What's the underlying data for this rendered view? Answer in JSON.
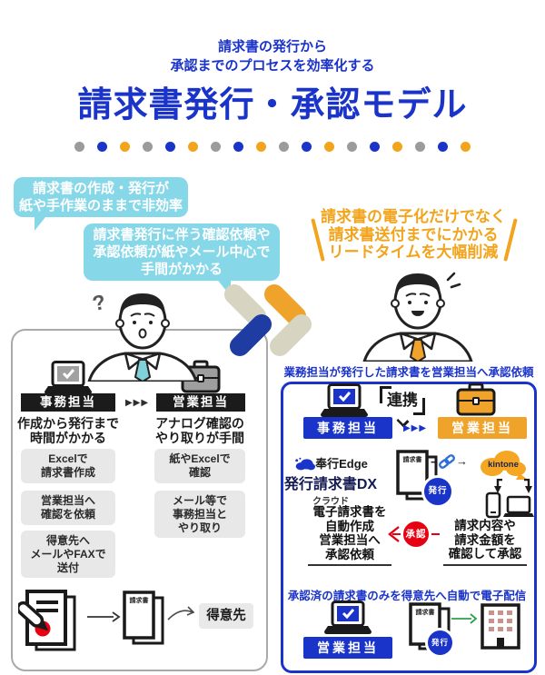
{
  "header": {
    "subtitle_line1": "請求書の発行から",
    "subtitle_line2": "承認までのプロセスを効率化する",
    "title": "請求書発行・承認モデル",
    "dot_colors": [
      "#9b9b9b",
      "#1a33c9",
      "#f2a41d",
      "#9b9b9b",
      "#1a33c9",
      "#f2a41d",
      "#9b9b9b",
      "#1a33c9",
      "#f2a41d",
      "#9b9b9b",
      "#1a33c9",
      "#f2a41d",
      "#9b9b9b",
      "#1a33c9",
      "#f2a41d",
      "#9b9b9b",
      "#1a33c9",
      "#f2a41d"
    ]
  },
  "colors": {
    "accent_blue": "#1a33c9",
    "accent_orange": "#f2a41d",
    "bubble_light_blue": "#86d7e8",
    "chevron_beige": "#d8d4c2",
    "chevron_blue": "#1e3ca1",
    "status_red": "#e60012",
    "arrow_green": "#2f9e4c"
  },
  "problems": {
    "bubble1": "請求書の作成・発行が\n紙や手作業のままで非効率",
    "bubble2": "請求書発行に伴う確認依頼や\n承認依頼が紙やメール中心で\n手間がかかる",
    "question_mark": "?"
  },
  "benefit": {
    "line1": "請求書の電子化だけでなく",
    "line2": "請求書送付までにかかる",
    "line3": "リードタイムを大幅削減"
  },
  "before_panel": {
    "admin_role": "事務担当",
    "sales_role": "営業担当",
    "arrows": "▶▶▶",
    "admin_issue": "作成から発行まで\n時間がかかる",
    "sales_issue": "アナログ確認の\nやり取りが手間",
    "admin_steps": [
      "Excelで\n請求書作成",
      "営業担当へ\n確認を依頼",
      "得意先へ\nメールやFAXで\n送付"
    ],
    "sales_steps": [
      "紙やExcelで\n確認",
      "メール等で\n事務担当と\nやり取り"
    ],
    "invoice_label": "請求書",
    "customer_label": "得意先"
  },
  "after_panel": {
    "flow1_heading": "業務担当が発行した請求書を営業担当へ承認依頼",
    "admin_role": "事務担当",
    "sales_role": "営業担当",
    "arrows": "▶▶▶",
    "renkei_label": "連携",
    "product_logo": {
      "line1": "奉行Edge",
      "line2": "発行請求書DX",
      "line3": "クラウド"
    },
    "invoice_label": "請求書",
    "issue_badge": "発行",
    "kintone_label": "kintone",
    "admin_action": "電子請求書を\n自動作成\n営業担当へ\n承認依頼",
    "approve_badge": "承認",
    "sales_action": "請求内容や\n請求金額を\n確認して承認",
    "flow2_heading": "承認済の請求書のみを得意先へ自動で電子配信",
    "sales_role2": "営業担当",
    "invoice_label2": "請求書",
    "issue_badge2": "発行"
  }
}
